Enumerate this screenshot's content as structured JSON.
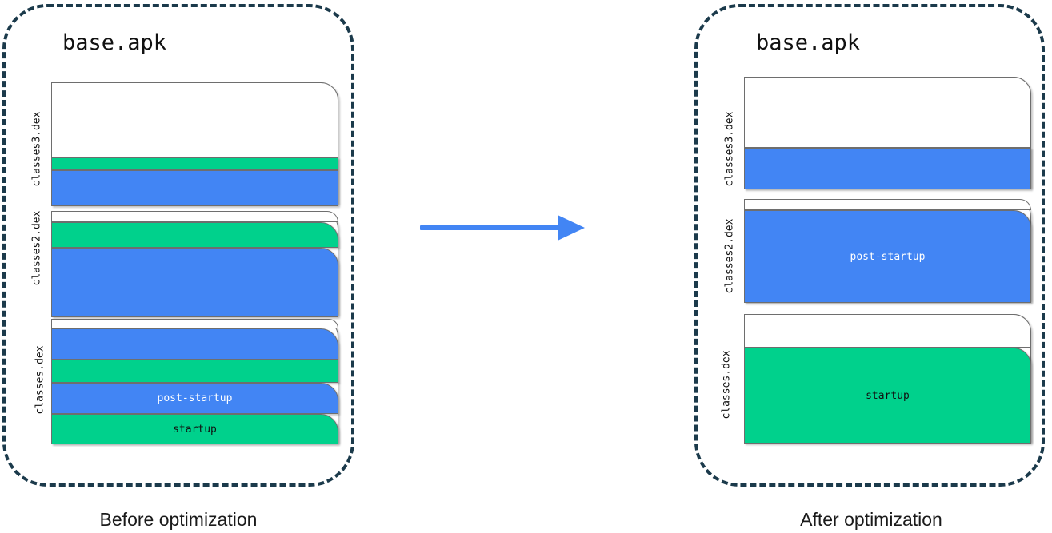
{
  "colors": {
    "startup_green": "#00D18C",
    "post_startup_blue": "#4285F4",
    "empty_white": "#FFFFFF",
    "container_border": "#1B3A4B",
    "card_border": "#6E6E6E",
    "arrow": "#4285F4",
    "text_dark": "#111111"
  },
  "panels": [
    {
      "id": "before",
      "apk_title": "base.apk",
      "caption": "Before optimization",
      "dex_files": [
        {
          "label": "classes3.dex",
          "segments": [
            {
              "kind": "empty",
              "name": "",
              "color": "#FFFFFF",
              "height_pct": 62
            },
            {
              "kind": "startup",
              "name": "",
              "color": "#00D18C",
              "height_pct": 10
            },
            {
              "kind": "post-startup",
              "name": "",
              "color": "#4285F4",
              "height_pct": 28
            }
          ]
        },
        {
          "label": "classes2.dex",
          "segments": [
            {
              "kind": "empty",
              "name": "",
              "color": "#FFFFFF",
              "height_pct": 9
            },
            {
              "kind": "startup",
              "name": "",
              "color": "#00D18C",
              "height_pct": 22
            },
            {
              "kind": "post-startup",
              "name": "",
              "color": "#4285F4",
              "height_pct": 69
            }
          ]
        },
        {
          "label": "classes.dex",
          "segments": [
            {
              "kind": "empty",
              "name": "",
              "color": "#FFFFFF",
              "height_pct": 6
            },
            {
              "kind": "post-startup",
              "name": "",
              "color": "#4285F4",
              "height_pct": 26
            },
            {
              "kind": "startup",
              "name": "",
              "color": "#00D18C",
              "height_pct": 19
            },
            {
              "kind": "post-startup",
              "name": "post-startup",
              "color": "#4285F4",
              "height_pct": 25
            },
            {
              "kind": "startup",
              "name": "startup",
              "color": "#00D18C",
              "height_pct": 24
            }
          ]
        }
      ]
    },
    {
      "id": "after",
      "apk_title": "base.apk",
      "caption": "After optimization",
      "dex_files": [
        {
          "label": "classes3.dex",
          "segments": [
            {
              "kind": "empty",
              "name": "",
              "color": "#FFFFFF",
              "height_pct": 63
            },
            {
              "kind": "post-startup",
              "name": "",
              "color": "#4285F4",
              "height_pct": 37
            }
          ]
        },
        {
          "label": "classes2.dex",
          "segments": [
            {
              "kind": "empty",
              "name": "",
              "color": "#FFFFFF",
              "height_pct": 9
            },
            {
              "kind": "post-startup",
              "name": "post-startup",
              "color": "#4285F4",
              "height_pct": 91
            }
          ]
        },
        {
          "label": "classes.dex",
          "segments": [
            {
              "kind": "empty",
              "name": "",
              "color": "#FFFFFF",
              "height_pct": 26
            },
            {
              "kind": "startup",
              "name": "startup",
              "color": "#00D18C",
              "height_pct": 74
            }
          ]
        }
      ]
    }
  ],
  "arrow": {
    "name": "optimization-arrow",
    "direction": "right",
    "color": "#4285F4"
  }
}
